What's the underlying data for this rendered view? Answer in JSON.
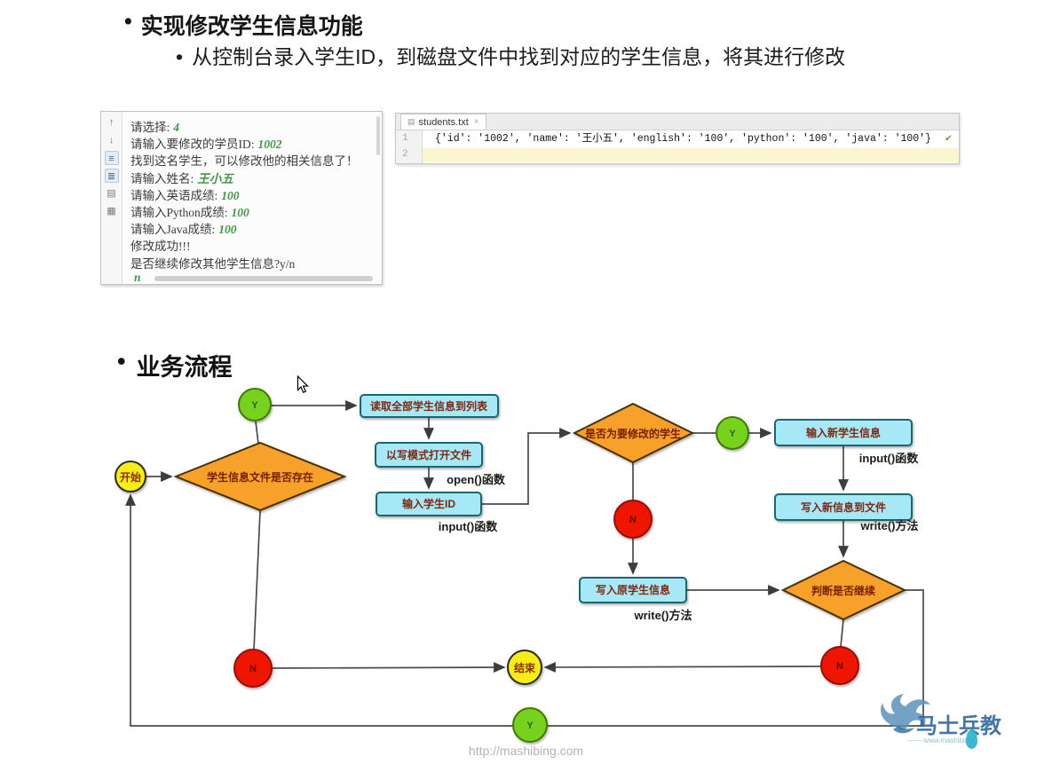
{
  "slide": {
    "bullet": "•",
    "title": "实现修改学生信息功能",
    "subtitle": "从控制台录入学生ID，到磁盘文件中找到对应的学生信息，将其进行修改",
    "flow_title": "业务流程",
    "footer_url": "http://mashibing.com",
    "watermark_text": "马士兵教",
    "watermark_subtext": "—— www.mashibing"
  },
  "console": {
    "toolbar_icons": [
      {
        "name": "scroll-up-icon",
        "glyph": "↑"
      },
      {
        "name": "scroll-down-icon",
        "glyph": "↓"
      },
      {
        "name": "soft-wrap-icon",
        "glyph": "≡"
      },
      {
        "name": "scroll-to-end-icon",
        "glyph": "≣"
      },
      {
        "name": "print-icon",
        "glyph": "▤"
      },
      {
        "name": "clear-icon",
        "glyph": "▦"
      }
    ],
    "lines": [
      {
        "prompt": "请选择:",
        "input": "4"
      },
      {
        "prompt": "请输入要修改的学员ID:",
        "input": "1002"
      },
      {
        "prompt": "找到这名学生，可以修改他的相关信息了！",
        "input": ""
      },
      {
        "prompt": "请输入姓名:",
        "input": "王小五"
      },
      {
        "prompt": "请输入英语成绩:",
        "input": "100"
      },
      {
        "prompt": "请输入Python成绩:",
        "input": "100"
      },
      {
        "prompt": "请输入Java成绩:",
        "input": "100"
      },
      {
        "prompt": "修改成功!!!",
        "input": ""
      },
      {
        "prompt": "是否继续修改其他学生信息?y/n",
        "input": ""
      },
      {
        "prompt": "",
        "input": "n"
      }
    ]
  },
  "editor": {
    "tab_label": "students.txt",
    "file_icon_glyph": "▤",
    "close_glyph": "×",
    "line_numbers": [
      "1",
      "2"
    ],
    "code_line1": "{'id': '1002', 'name': '王小五', 'english': '100', 'python': '100', 'java': '100'}",
    "status_check": "✔"
  },
  "flowchart": {
    "labels": {
      "start": "开始",
      "check_exists": "学生信息文件是否存在",
      "read_all": "读取全部学生信息到列表",
      "open_write": "以写模式打开文件",
      "open_fn": "open()函数",
      "input_id": "输入学生ID",
      "input_fn": "input()函数",
      "is_target": "是否为要修改的学生",
      "input_new": "输入新学生信息",
      "input_fn2": "input()函数",
      "write_new": "写入新信息到文件",
      "write_fn": "write()方法",
      "write_old": "写入原学生信息",
      "write_fn2": "write()方法",
      "check_continue": "判断是否继续",
      "end": "结束",
      "yes": "Y",
      "no": "N"
    },
    "colors": {
      "process_fill": "#a7e8f6",
      "decision_fill": "#f7a02c",
      "yes_fill": "#76d21f",
      "terminal_fill": "#f7ec13",
      "no_fill": "#ee1405"
    }
  }
}
